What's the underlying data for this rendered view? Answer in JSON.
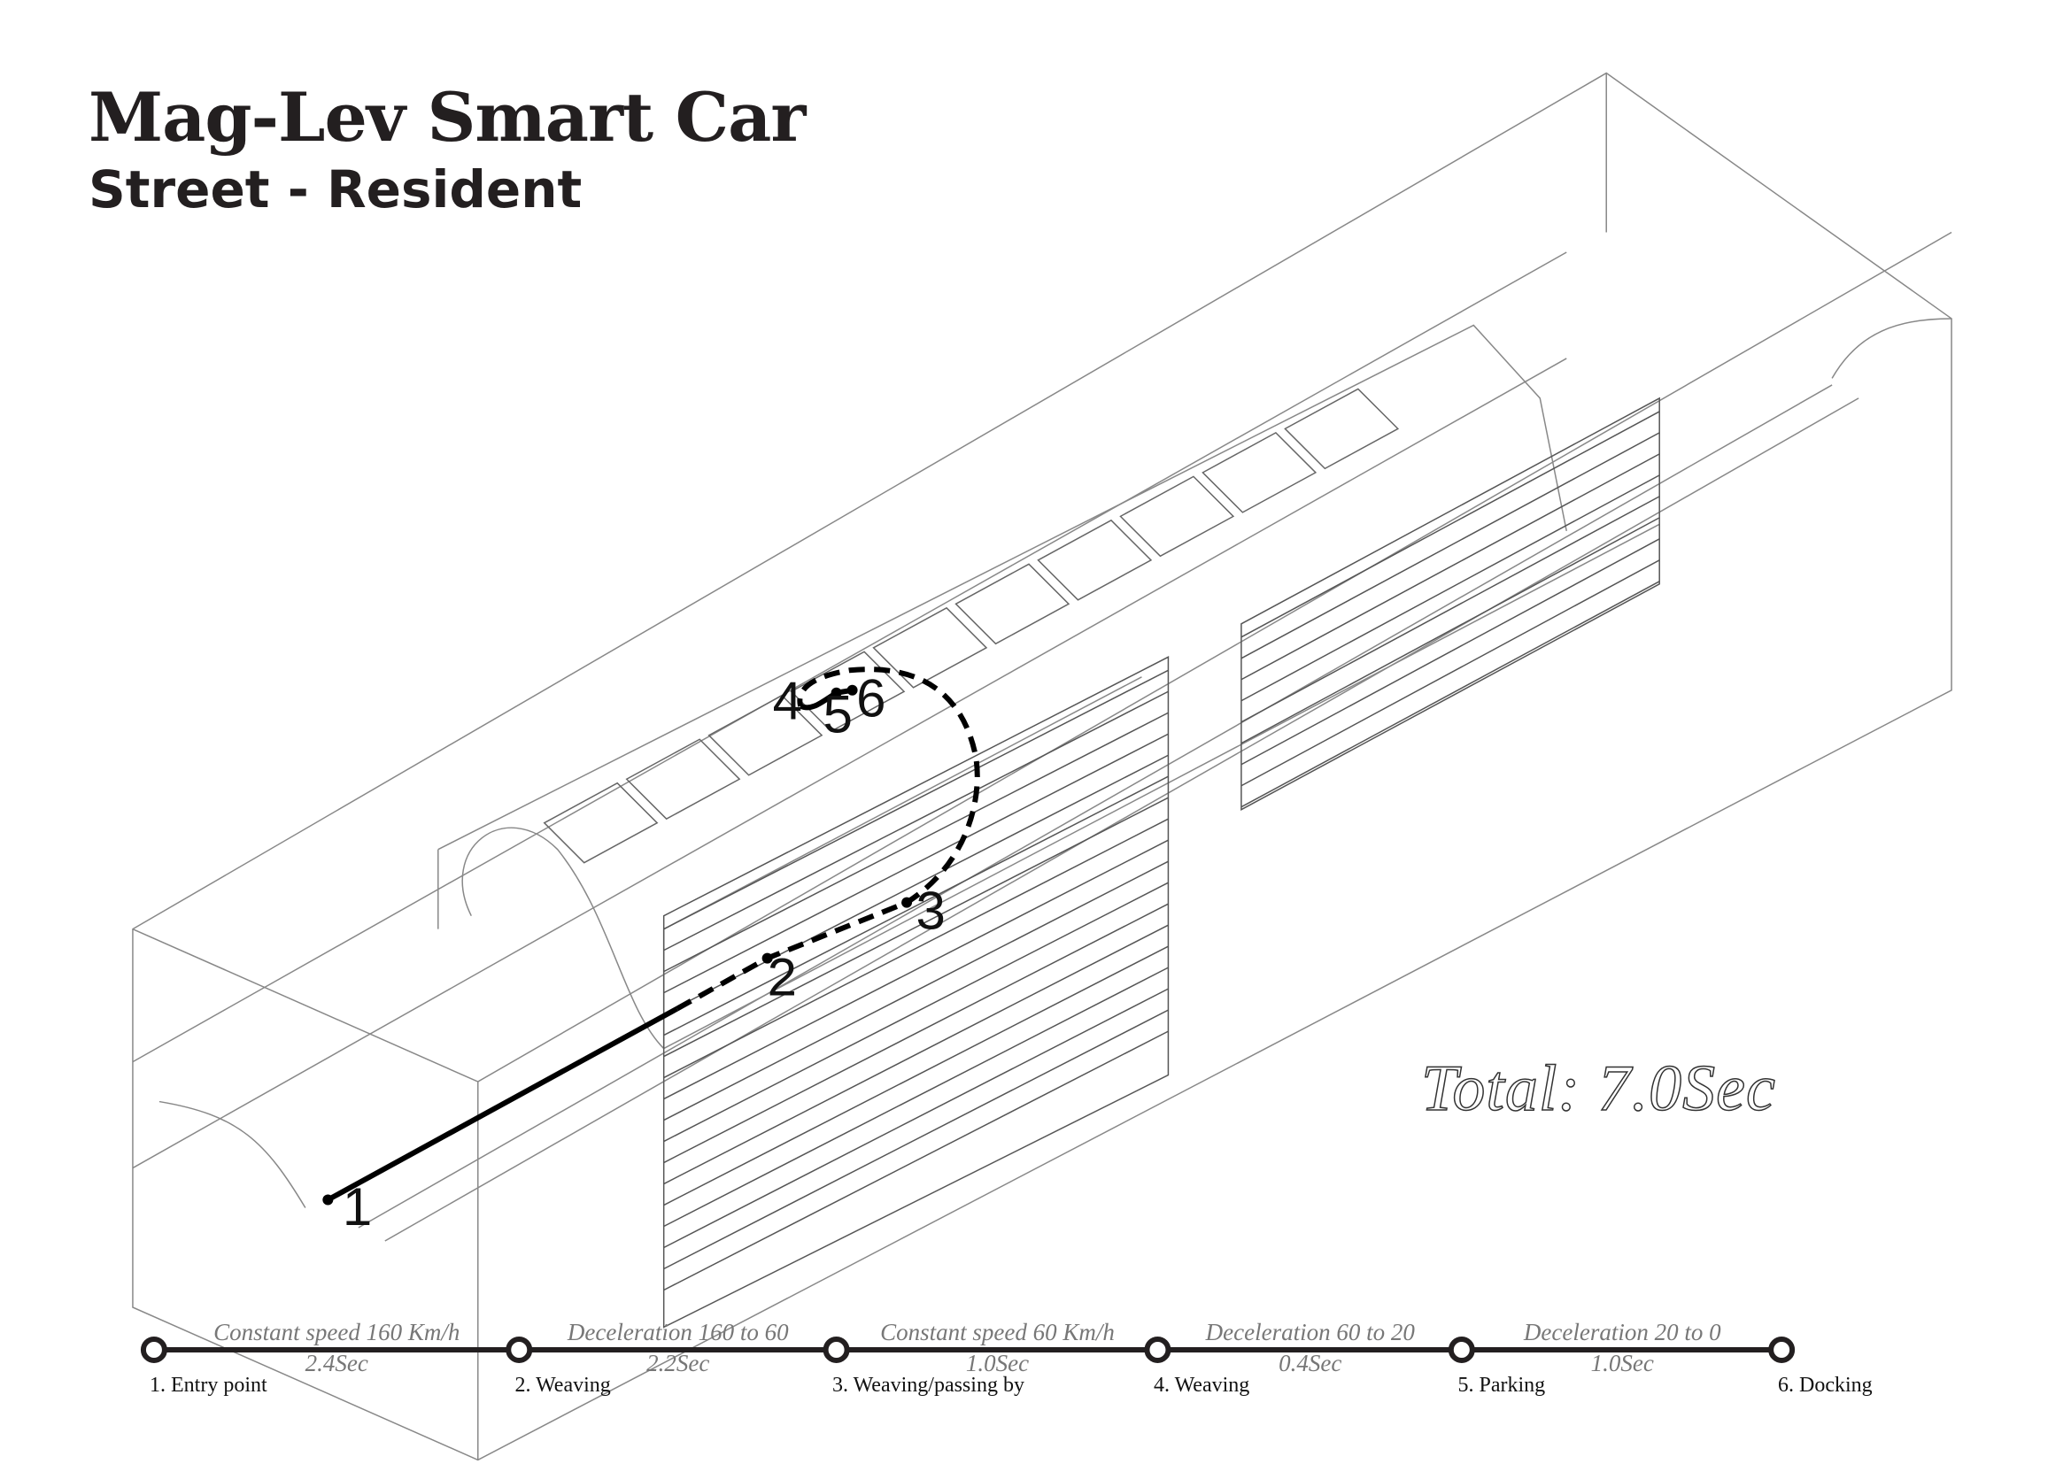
{
  "header": {
    "title": "Mag-Lev Smart Car",
    "subtitle": "Street - Resident"
  },
  "total": "Total: 7.0Sec",
  "path_points": [
    "1",
    "2",
    "3",
    "4",
    "5",
    "6"
  ],
  "timeline": {
    "nodes": [
      "1. Entry point",
      "2. Weaving",
      "3. Weaving/passing by",
      "4. Weaving",
      "5. Parking",
      "6. Docking"
    ],
    "segments": [
      {
        "label": "Constant speed 160 Km/h",
        "duration": "2.4Sec"
      },
      {
        "label": "Deceleration 160 to 60",
        "duration": "2.2Sec"
      },
      {
        "label": "Constant speed 60 Km/h",
        "duration": "1.0Sec"
      },
      {
        "label": "Deceleration 60 to 20",
        "duration": "0.4Sec"
      },
      {
        "label": "Deceleration 20 to 0",
        "duration": "1.0Sec"
      }
    ]
  }
}
